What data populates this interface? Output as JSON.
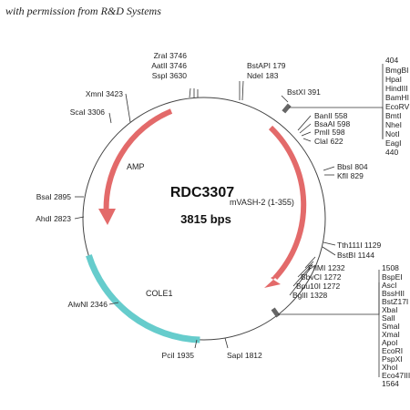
{
  "credit": "with permission from R&D Systems",
  "plasmid": {
    "name": "RDC3307",
    "size": "3815 bps",
    "features": [
      {
        "id": "amp",
        "label": "AMP",
        "color": "#e36a6a"
      },
      {
        "id": "mvash",
        "label": "mVASH-2 (1-355)",
        "color": "#e36a6a"
      },
      {
        "id": "cole1",
        "label": "COLE1",
        "color": "#66cccc"
      }
    ],
    "sites": {
      "zra": "ZraI 3746",
      "aat": "AatII 3746",
      "ssp": "SspI 3630",
      "bstap": "BstAPI 179",
      "nde": "NdeI 183",
      "xmn": "XmnI 3423",
      "sca": "ScaI 3306",
      "bstx": "BstXI 391",
      "ban": "BanII 558",
      "bsaa": "BsaAI 598",
      "pml": "PmlI 598",
      "cla": "ClaI 622",
      "bbs": "BbsI 804",
      "kfl": "KflI 829",
      "bsa": "BsaI 2895",
      "ahd": "AhdI 2823",
      "tth": "Tth111I 1129",
      "bstb": "BstBI 1144",
      "pflm": "PflMI 1232",
      "bbvc": "BbvCI 1272",
      "bpu": "Bpu10I 1272",
      "bgl": "BglII 1328",
      "alwn": "AlwNI 2346",
      "pci": "PciI 1935",
      "sap": "SapI 1812"
    },
    "mcs1": {
      "start": "404",
      "enzymes": [
        "BmgBI",
        "HpaI",
        "HindIII",
        "BamHI",
        "EcoRV",
        "BmtI",
        "NheI",
        "NotI",
        "EagI"
      ],
      "end": "440"
    },
    "mcs2": {
      "start": "1508",
      "enzymes": [
        "BspEI",
        "AscI",
        "BssHII",
        "BstZ17I",
        "XbaI",
        "SalI",
        "SmaI",
        "XmaI",
        "ApoI",
        "EcoRI",
        "PspXI",
        "XhoI",
        "Eco47III"
      ],
      "end": "1564"
    }
  }
}
